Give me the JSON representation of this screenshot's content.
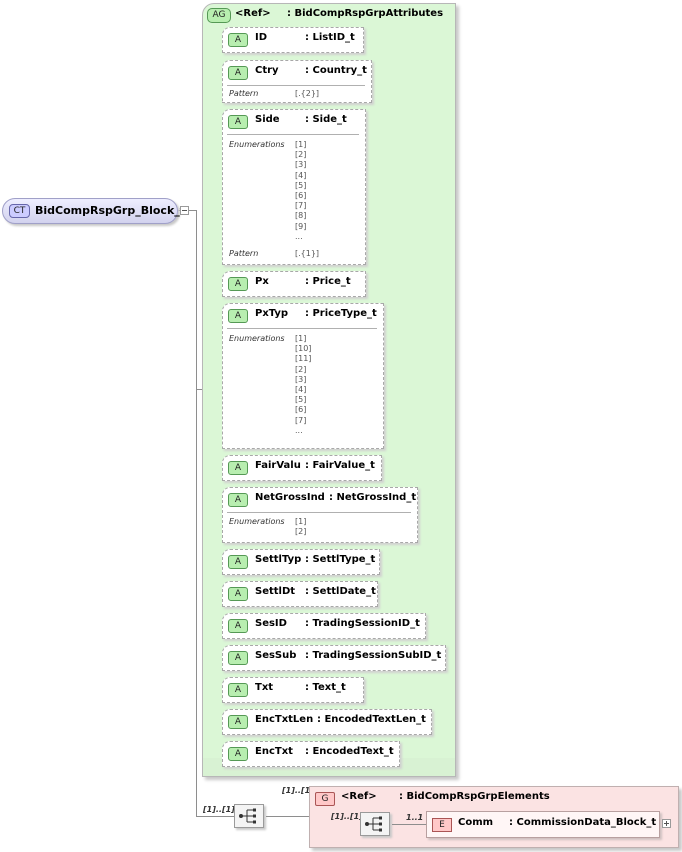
{
  "root": {
    "badge": "CT",
    "name": "BidCompRspGrp_Block_t"
  },
  "attribute_group": {
    "badge": "AG",
    "ref": "<Ref>",
    "type": ": BidCompRspGrpAttributes"
  },
  "attributes": [
    {
      "name": "ID",
      "type": ": ListID_t"
    },
    {
      "name": "Ctry",
      "type": ": Country_t",
      "pattern_label": "Pattern",
      "pattern": "[.{2}]"
    },
    {
      "name": "Side",
      "type": ": Side_t",
      "enum_label": "Enumerations",
      "enums": [
        "[1]",
        "[2]",
        "[3]",
        "[4]",
        "[5]",
        "[6]",
        "[7]",
        "[8]",
        "[9]",
        "..."
      ],
      "pattern_label": "Pattern",
      "pattern": "[.{1}]"
    },
    {
      "name": "Px",
      "type": ": Price_t"
    },
    {
      "name": "PxTyp",
      "type": ": PriceType_t",
      "enum_label": "Enumerations",
      "enums": [
        "[1]",
        "[10]",
        "[11]",
        "[2]",
        "[3]",
        "[4]",
        "[5]",
        "[6]",
        "[7]",
        "..."
      ]
    },
    {
      "name": "FairValu",
      "type": ": FairValue_t"
    },
    {
      "name": "NetGrossInd",
      "type": ": NetGrossInd_t",
      "enum_label": "Enumerations",
      "enums": [
        "[1]",
        "[2]"
      ]
    },
    {
      "name": "SettlTyp",
      "type": ": SettlType_t"
    },
    {
      "name": "SettlDt",
      "type": ": SettlDate_t"
    },
    {
      "name": "SesID",
      "type": ": TradingSessionID_t"
    },
    {
      "name": "SesSub",
      "type": ": TradingSessionSubID_t"
    },
    {
      "name": "Txt",
      "type": ": Text_t"
    },
    {
      "name": "EncTxtLen",
      "type": ": EncodedTextLen_t"
    },
    {
      "name": "EncTxt",
      "type": ": EncodedText_t"
    }
  ],
  "attribute_badge": "A",
  "sequence_cardinality": "[1]..[1]",
  "group": {
    "badge": "G",
    "ref": "<Ref>",
    "type": ": BidCompRspGrpElements",
    "cardinality": "[1]..[1]"
  },
  "inner_sequence_cardinality": "[1]..[1]",
  "element": {
    "badge": "E",
    "name": "Comm",
    "type": ": CommissionData_Block_t",
    "cardinality": "1..1"
  }
}
